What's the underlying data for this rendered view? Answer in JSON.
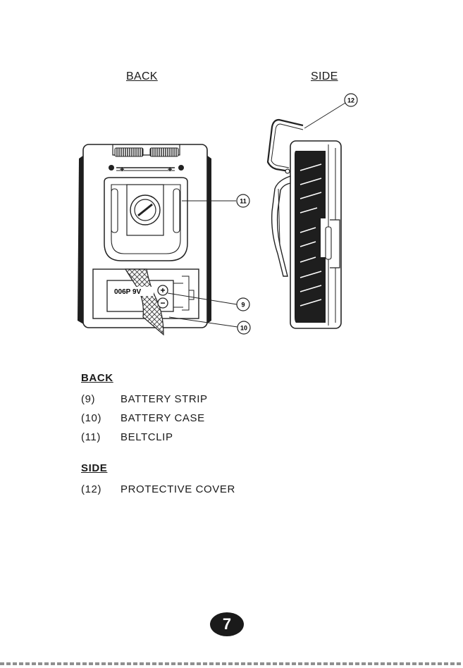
{
  "figure": {
    "back_title": "BACK",
    "side_title": "SIDE",
    "callouts": [
      {
        "id": "9",
        "label": "9"
      },
      {
        "id": "10",
        "label": "10"
      },
      {
        "id": "11",
        "label": "11"
      },
      {
        "id": "12",
        "label": "12"
      }
    ],
    "battery_label": "006P 9V",
    "plus_symbol": "+",
    "minus_symbol": "−"
  },
  "legend": {
    "back": {
      "heading": "BACK",
      "items": [
        {
          "num": "(9)",
          "text": "BATTERY STRIP"
        },
        {
          "num": "(10)",
          "text": "BATTERY CASE"
        },
        {
          "num": "(11)",
          "text": "BELTCLIP"
        }
      ]
    },
    "side": {
      "heading": "SIDE",
      "items": [
        {
          "num": "(12)",
          "text": "PROTECTIVE COVER"
        }
      ]
    }
  },
  "page": {
    "number": "7"
  }
}
